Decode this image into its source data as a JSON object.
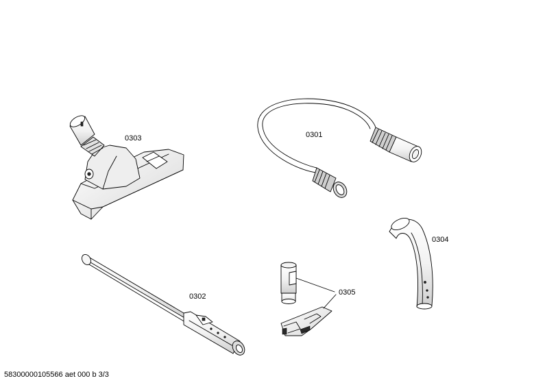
{
  "parts": [
    {
      "id": "floor-nozzle",
      "label": "0303"
    },
    {
      "id": "suction-hose",
      "label": "0301"
    },
    {
      "id": "telescopic-tube",
      "label": "0302"
    },
    {
      "id": "hose-handle",
      "label": "0304"
    },
    {
      "id": "tube-clip-set",
      "label": "0305"
    }
  ],
  "footer": "58300000105566 aet 000 b 3/3",
  "colors": {
    "line": "#000000",
    "shade": "#e4e4e4",
    "dark": "#2a2a2a",
    "background": "#ffffff"
  }
}
